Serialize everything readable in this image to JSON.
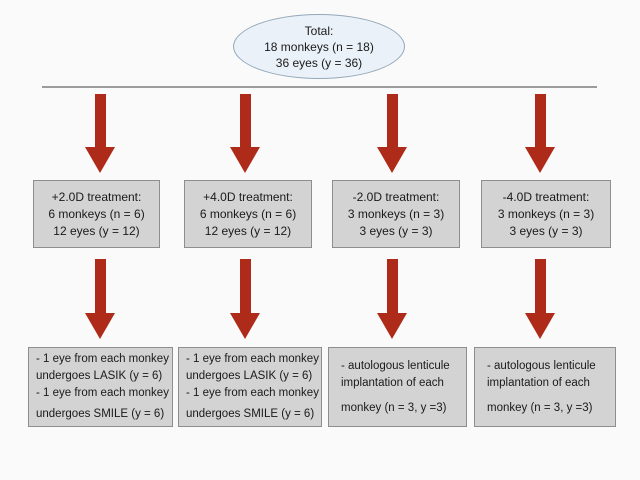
{
  "colors": {
    "background": "#fafafa",
    "arrow_red": "#ae2b19",
    "box_fill": "#d3d3d3",
    "box_border": "#8e8e8e",
    "ellipse_fill": "#eaf1f8",
    "ellipse_border": "#93a8ba",
    "connector_line": "#9c9c9c"
  },
  "total_node": {
    "lines": [
      "Total:",
      "18 monkeys (n = 18)",
      "36 eyes (y = 36)"
    ]
  },
  "treatment_boxes": [
    {
      "lines": [
        "+2.0D treatment:",
        "6 monkeys (n = 6)",
        "12 eyes (y = 12)"
      ]
    },
    {
      "lines": [
        "+4.0D treatment:",
        "6 monkeys (n = 6)",
        "12 eyes (y = 12)"
      ]
    },
    {
      "lines": [
        "-2.0D treatment:",
        "3 monkeys (n = 3)",
        "3 eyes (y = 3)"
      ]
    },
    {
      "lines": [
        "-4.0D treatment:",
        "3 monkeys (n = 3)",
        "3 eyes (y = 3)"
      ]
    }
  ],
  "outcome_boxes": [
    {
      "lines": [
        "- 1 eye from each monkey",
        "undergoes LASIK (y = 6)",
        "- 1 eye from each monkey",
        "undergoes SMILE (y = 6)"
      ]
    },
    {
      "lines": [
        "- 1 eye from each monkey",
        "undergoes LASIK (y = 6)",
        "- 1 eye from each monkey",
        "undergoes SMILE (y = 6)"
      ]
    },
    {
      "lines": [
        "- autologous lenticule",
        "implantation of each",
        "monkey (n = 3, y =3)"
      ]
    },
    {
      "lines": [
        "- autologous lenticule",
        "implantation of each",
        "monkey (n = 3, y =3)"
      ]
    }
  ]
}
